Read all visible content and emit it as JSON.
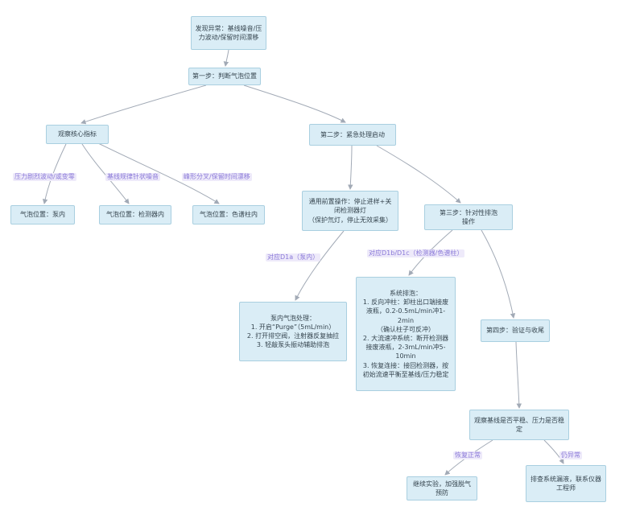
{
  "diagram": {
    "type": "flowchart",
    "nodes": {
      "start": {
        "label": "发现异常：基线噪音/压力波动/保留时间漂移"
      },
      "step1": {
        "label": "第一步：判断气泡位置"
      },
      "core_indicators": {
        "label": "观察核心指标"
      },
      "step2": {
        "label": "第二步：紧急处理启动"
      },
      "loc_pump": {
        "label": "气泡位置：泵内"
      },
      "loc_detector": {
        "label": "气泡位置：检测器内"
      },
      "loc_column": {
        "label": "气泡位置：色谱柱内"
      },
      "general_pre": {
        "label": "通用前置操作：停止进样+关闭检测器灯\n（保护氘灯，停止无效采集）"
      },
      "step3": {
        "label": "第三步：针对性排泡\n操作"
      },
      "pump_fix": {
        "label": "泵内气泡处理：\n1. 开启“Purge”（5mL/min）\n2. 打开排空阀，注射器反复抽拉\n3. 轻敲泵头振动辅助排泡"
      },
      "system_fix": {
        "label": "系统排泡：\n1. 反向冲柱：卸柱出口端接废液瓶，0.2-0.5mL/min冲1-2min\n（确认柱子可反冲）\n2. 大流速冲系统：断开检测器接废液瓶，2-3mL/min冲5-10min\n3. 恢复连接：接回检测器，按初始流速平衡至基线/压力稳定"
      },
      "step4": {
        "label": "第四步：验证与收尾"
      },
      "observe": {
        "label": "观察基线是否平稳、压力是否稳定"
      },
      "continue_ok": {
        "label": "继续实验，加强脱气预防"
      },
      "escalate": {
        "label": "排查系统漏液，联系仪器工程师"
      }
    },
    "edge_labels": {
      "pump_symptom": {
        "text": "压力剧烈波动/或变零"
      },
      "detector_symptom": {
        "text": "基线规律针状噪音"
      },
      "column_symptom": {
        "text": "峰形分叉/保留时间漂移"
      },
      "d1a": {
        "text": "对应D1a（泵内）"
      },
      "d1bc": {
        "text": "对应D1b/D1c（检测器/色谱柱）"
      },
      "normal": {
        "text": "恢复正常"
      },
      "abnormal": {
        "text": "仍异常"
      }
    },
    "colors": {
      "node_fill": "#daedf6",
      "node_border": "#a9cfe0",
      "edge": "#a2aab6",
      "edge_label_text": "#8a79d8",
      "edge_label_bg": "#eeeafa",
      "background": "#ffffff"
    }
  }
}
